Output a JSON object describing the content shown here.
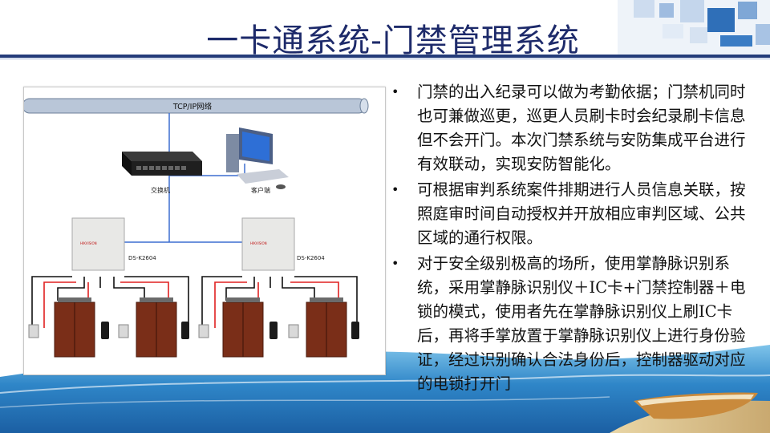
{
  "slide": {
    "title": "一卡通系统-门禁管理系统"
  },
  "diagram": {
    "network_label": "TCP/IP网络",
    "switch_label": "交换机",
    "client_label": "客户端",
    "controller_left_label": "DS-K2604",
    "controller_right_label": "DS-K2604",
    "controller_brand": "HIKVISION",
    "colors": {
      "network_bus": "#b9c6d8",
      "link_blue": "#3d6fd1",
      "wire_red": "#e02020",
      "door": "#7a2e18"
    }
  },
  "bullets": [
    {
      "symbol": "•",
      "text": "门禁的出入纪录可以做为考勤依据；门禁机同时也可兼做巡更，巡更人员刷卡时会纪录刷卡信息但不会开门。本次门禁系统与安防集成平台进行有效联动，实现安防智能化。"
    },
    {
      "symbol": "•",
      "text": "可根据审判系统案件排期进行人员信息关联，按照庭审时间自动授权并开放相应审判区域、公共区域的通行权限。"
    },
    {
      "symbol": "•",
      "text": "对于安全级别极高的场所，使用掌静脉识别系统，采用掌静脉识别仪＋IC卡+门禁控制器＋电锁的模式，使用者先在掌静脉识别仪上刷IC卡后，再将手掌放置于掌静脉识别仪上进行身份验证，经过识别确认合法身份后，控制器驱动对应的电锁打开门"
    }
  ]
}
